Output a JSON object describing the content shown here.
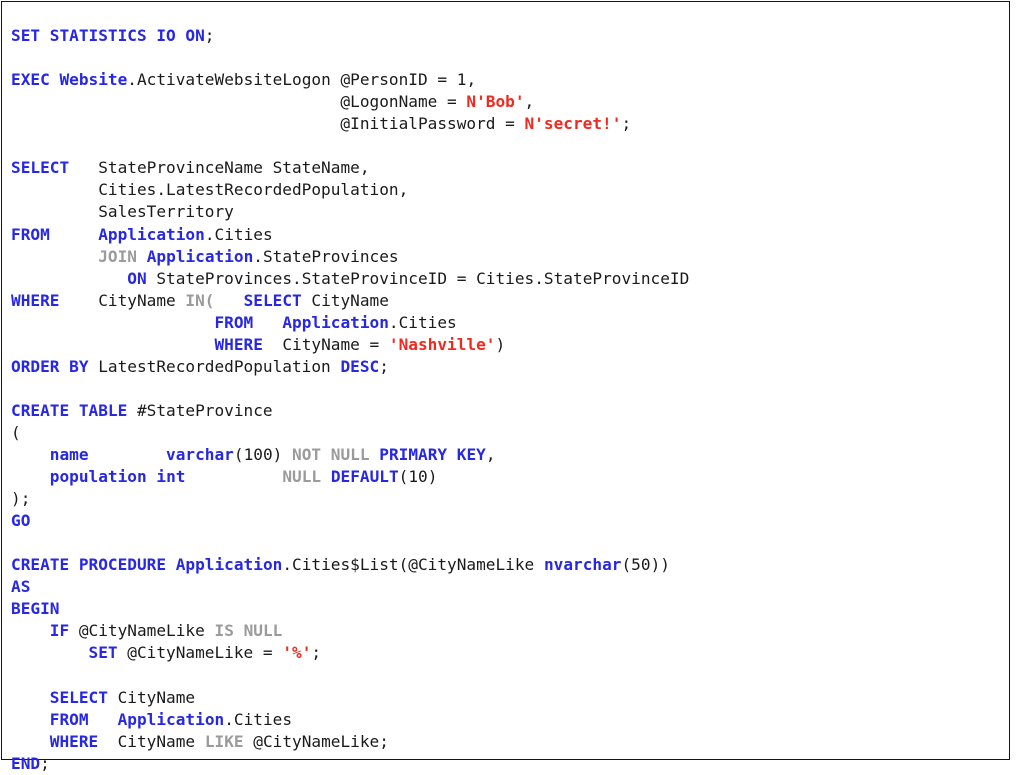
{
  "document": {
    "kind": "sql-code-listing",
    "language": "T-SQL",
    "background_color": "#ffffff",
    "border_color": "#141414"
  },
  "palette": {
    "keyword_blue": "#2727e6",
    "secondary_keyword_gray": "#9b9b9b",
    "string_red": "#f2291f",
    "plain_black": "#1a1a1a"
  },
  "code": {
    "lines": [
      {
        "n": 1,
        "tokens": [
          {
            "t": "SET STATISTICS IO ON",
            "c": "kw"
          },
          {
            "t": ";",
            "c": "txt"
          }
        ]
      },
      {
        "n": 2,
        "tokens": []
      },
      {
        "n": 3,
        "tokens": [
          {
            "t": "EXEC",
            "c": "kw"
          },
          {
            "t": " ",
            "c": "txt"
          },
          {
            "t": "Website",
            "c": "obj"
          },
          {
            "t": ".ActivateWebsiteLogon @PersonID = ",
            "c": "txt"
          },
          {
            "t": "1",
            "c": "num"
          },
          {
            "t": ",",
            "c": "txt"
          }
        ]
      },
      {
        "n": 4,
        "tokens": [
          {
            "t": "                                  @LogonName = ",
            "c": "txt"
          },
          {
            "t": "N'Bob'",
            "c": "str"
          },
          {
            "t": ",",
            "c": "txt"
          }
        ]
      },
      {
        "n": 5,
        "tokens": [
          {
            "t": "                                  @InitialPassword = ",
            "c": "txt"
          },
          {
            "t": "N'secret!'",
            "c": "str"
          },
          {
            "t": ";",
            "c": "txt"
          }
        ]
      },
      {
        "n": 6,
        "tokens": []
      },
      {
        "n": 7,
        "tokens": [
          {
            "t": "SELECT",
            "c": "kw"
          },
          {
            "t": "   StateProvinceName StateName,",
            "c": "txt"
          }
        ]
      },
      {
        "n": 8,
        "tokens": [
          {
            "t": "         Cities.LatestRecordedPopulation,",
            "c": "txt"
          }
        ]
      },
      {
        "n": 9,
        "tokens": [
          {
            "t": "         SalesTerritory",
            "c": "txt"
          }
        ]
      },
      {
        "n": 10,
        "tokens": [
          {
            "t": "FROM",
            "c": "kw"
          },
          {
            "t": "     ",
            "c": "txt"
          },
          {
            "t": "Application",
            "c": "obj"
          },
          {
            "t": ".Cities",
            "c": "txt"
          }
        ]
      },
      {
        "n": 11,
        "tokens": [
          {
            "t": "         ",
            "c": "txt"
          },
          {
            "t": "JOIN",
            "c": "gray"
          },
          {
            "t": " ",
            "c": "txt"
          },
          {
            "t": "Application",
            "c": "obj"
          },
          {
            "t": ".StateProvinces",
            "c": "txt"
          }
        ]
      },
      {
        "n": 12,
        "tokens": [
          {
            "t": "            ",
            "c": "txt"
          },
          {
            "t": "ON",
            "c": "kw"
          },
          {
            "t": " StateProvinces.StateProvinceID = Cities.StateProvinceID",
            "c": "txt"
          }
        ]
      },
      {
        "n": 13,
        "tokens": [
          {
            "t": "WHERE",
            "c": "kw"
          },
          {
            "t": "    CityName ",
            "c": "txt"
          },
          {
            "t": "IN(",
            "c": "gray"
          },
          {
            "t": "   ",
            "c": "txt"
          },
          {
            "t": "SELECT",
            "c": "kw"
          },
          {
            "t": " CityName",
            "c": "txt"
          }
        ]
      },
      {
        "n": 14,
        "tokens": [
          {
            "t": "                     ",
            "c": "txt"
          },
          {
            "t": "FROM",
            "c": "kw"
          },
          {
            "t": "   ",
            "c": "txt"
          },
          {
            "t": "Application",
            "c": "obj"
          },
          {
            "t": ".Cities",
            "c": "txt"
          }
        ]
      },
      {
        "n": 15,
        "tokens": [
          {
            "t": "                     ",
            "c": "txt"
          },
          {
            "t": "WHERE",
            "c": "kw"
          },
          {
            "t": "  CityName = ",
            "c": "txt"
          },
          {
            "t": "'Nashville'",
            "c": "str"
          },
          {
            "t": ")",
            "c": "txt"
          }
        ]
      },
      {
        "n": 16,
        "tokens": [
          {
            "t": "ORDER BY",
            "c": "kw"
          },
          {
            "t": " LatestRecordedPopulation ",
            "c": "txt"
          },
          {
            "t": "DESC",
            "c": "kw"
          },
          {
            "t": ";",
            "c": "txt"
          }
        ]
      },
      {
        "n": 17,
        "tokens": []
      },
      {
        "n": 18,
        "tokens": [
          {
            "t": "CREATE TABLE",
            "c": "kw"
          },
          {
            "t": " #StateProvince",
            "c": "txt"
          }
        ]
      },
      {
        "n": 19,
        "tokens": [
          {
            "t": "(",
            "c": "txt"
          }
        ]
      },
      {
        "n": 20,
        "tokens": [
          {
            "t": "    ",
            "c": "txt"
          },
          {
            "t": "name",
            "c": "col"
          },
          {
            "t": "        ",
            "c": "txt"
          },
          {
            "t": "varchar",
            "c": "type"
          },
          {
            "t": "(",
            "c": "txt"
          },
          {
            "t": "100",
            "c": "num"
          },
          {
            "t": ") ",
            "c": "txt"
          },
          {
            "t": "NOT NULL",
            "c": "gray"
          },
          {
            "t": " ",
            "c": "txt"
          },
          {
            "t": "PRIMARY KEY",
            "c": "kw"
          },
          {
            "t": ",",
            "c": "txt"
          }
        ]
      },
      {
        "n": 21,
        "tokens": [
          {
            "t": "    ",
            "c": "txt"
          },
          {
            "t": "population",
            "c": "col"
          },
          {
            "t": " ",
            "c": "txt"
          },
          {
            "t": "int",
            "c": "type"
          },
          {
            "t": "          ",
            "c": "txt"
          },
          {
            "t": "NULL",
            "c": "gray"
          },
          {
            "t": " ",
            "c": "txt"
          },
          {
            "t": "DEFAULT",
            "c": "kw"
          },
          {
            "t": "(",
            "c": "txt"
          },
          {
            "t": "10",
            "c": "num"
          },
          {
            "t": ")",
            "c": "txt"
          }
        ]
      },
      {
        "n": 22,
        "tokens": [
          {
            "t": ");",
            "c": "txt"
          }
        ]
      },
      {
        "n": 23,
        "tokens": [
          {
            "t": "GO",
            "c": "kw"
          }
        ]
      },
      {
        "n": 24,
        "tokens": []
      },
      {
        "n": 25,
        "tokens": [
          {
            "t": "CREATE PROCEDURE",
            "c": "kw"
          },
          {
            "t": " ",
            "c": "txt"
          },
          {
            "t": "Application",
            "c": "obj"
          },
          {
            "t": ".Cities$List(@CityNameLike ",
            "c": "txt"
          },
          {
            "t": "nvarchar",
            "c": "type"
          },
          {
            "t": "(",
            "c": "txt"
          },
          {
            "t": "50",
            "c": "num"
          },
          {
            "t": "))",
            "c": "txt"
          }
        ]
      },
      {
        "n": 26,
        "tokens": [
          {
            "t": "AS",
            "c": "kw"
          }
        ]
      },
      {
        "n": 27,
        "tokens": [
          {
            "t": "BEGIN",
            "c": "kw"
          }
        ]
      },
      {
        "n": 28,
        "tokens": [
          {
            "t": "    ",
            "c": "txt"
          },
          {
            "t": "IF",
            "c": "kw"
          },
          {
            "t": " @CityNameLike ",
            "c": "txt"
          },
          {
            "t": "IS NULL",
            "c": "gray"
          }
        ]
      },
      {
        "n": 29,
        "tokens": [
          {
            "t": "        ",
            "c": "txt"
          },
          {
            "t": "SET",
            "c": "kw"
          },
          {
            "t": " @CityNameLike = ",
            "c": "txt"
          },
          {
            "t": "'%'",
            "c": "str"
          },
          {
            "t": ";",
            "c": "txt"
          }
        ]
      },
      {
        "n": 30,
        "tokens": []
      },
      {
        "n": 31,
        "tokens": [
          {
            "t": "    ",
            "c": "txt"
          },
          {
            "t": "SELECT",
            "c": "kw"
          },
          {
            "t": " CityName",
            "c": "txt"
          }
        ]
      },
      {
        "n": 32,
        "tokens": [
          {
            "t": "    ",
            "c": "txt"
          },
          {
            "t": "FROM",
            "c": "kw"
          },
          {
            "t": "   ",
            "c": "txt"
          },
          {
            "t": "Application",
            "c": "obj"
          },
          {
            "t": ".Cities",
            "c": "txt"
          }
        ]
      },
      {
        "n": 33,
        "tokens": [
          {
            "t": "    ",
            "c": "txt"
          },
          {
            "t": "WHERE",
            "c": "kw"
          },
          {
            "t": "  CityName ",
            "c": "txt"
          },
          {
            "t": "LIKE",
            "c": "gray"
          },
          {
            "t": " @CityNameLike;",
            "c": "txt"
          }
        ]
      },
      {
        "n": 34,
        "tokens": [
          {
            "t": "END",
            "c": "kw"
          },
          {
            "t": ";",
            "c": "txt"
          }
        ]
      }
    ]
  }
}
